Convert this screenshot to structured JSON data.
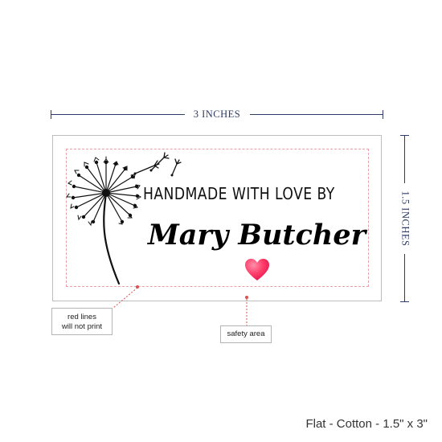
{
  "dimensions": {
    "width_label": "3 INCHES",
    "height_label": "1.5 INCHES",
    "line_color": "#2e3b64"
  },
  "label": {
    "line1": "HANDMADE WITH LOVE BY",
    "line2": "Mary Butcher",
    "heart_icon": "heart-icon",
    "illustration": "dandelion-icon",
    "heart_color": "#ff2f62",
    "safety_line_color": "#e7a0a8"
  },
  "callouts": {
    "red_lines": [
      "red lines",
      "will not print"
    ],
    "safety_area": "safety area",
    "marker_color": "#d9534f"
  },
  "caption": "Flat - Cotton - 1.5\" x 3\""
}
